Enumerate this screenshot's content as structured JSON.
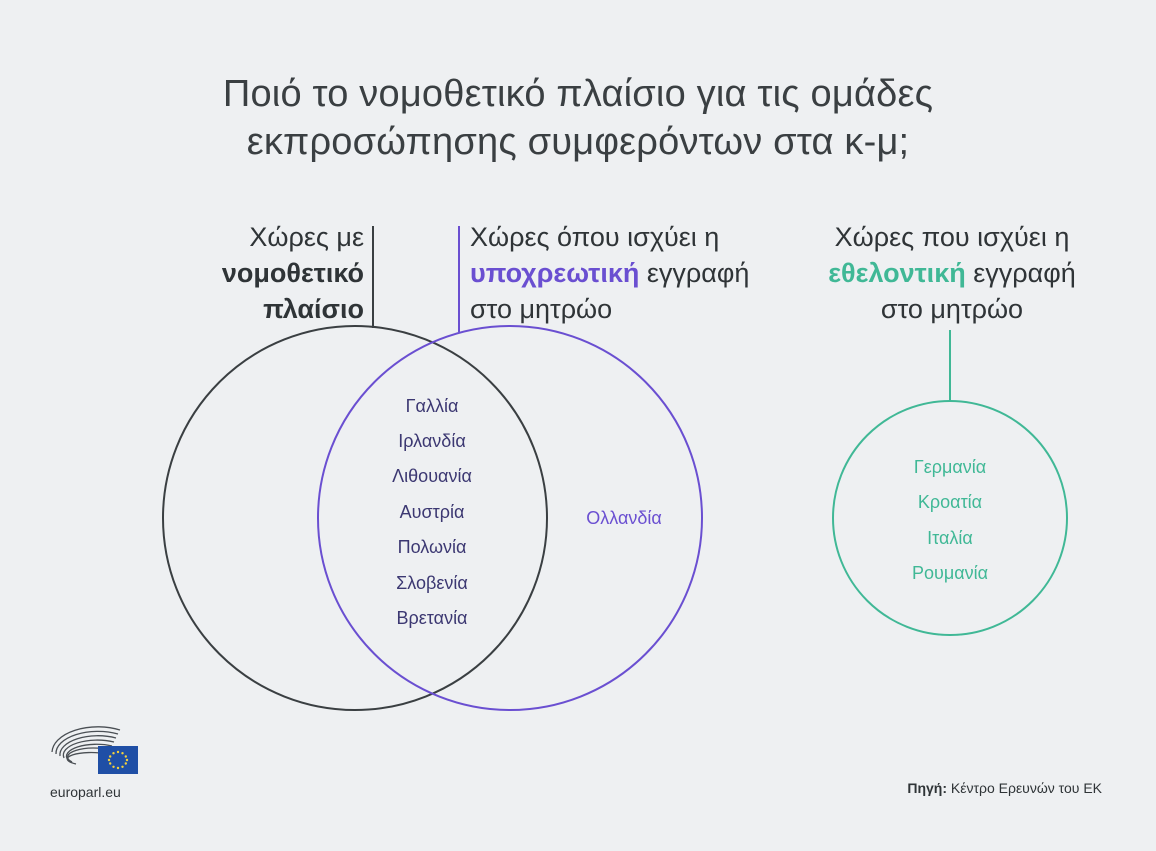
{
  "title": {
    "line1": "Ποιό το νομοθετικό πλαίσιο για τις ομάδες",
    "line2": "εκπροσώπησης συμφερόντων στα κ-μ;"
  },
  "sets": {
    "legislative": {
      "label_line1": "Χώρες με",
      "label_bold1": "νομοθετικό",
      "label_bold2": "πλαίσιο",
      "color": "#3a3f42"
    },
    "mandatory": {
      "label_line1": "Χώρες όπου ισχύει η",
      "label_bold": "υποχρεωτική",
      "label_after_bold": " εγγραφή",
      "label_line3": "στο μητρώο",
      "color": "#6a4fd1"
    },
    "voluntary": {
      "label_line1": "Χώρες που ισχύει η",
      "label_bold": "εθελοντική",
      "label_after_bold": " εγγραφή",
      "label_line3": "στο μητρώο",
      "color": "#40b896"
    }
  },
  "countries": {
    "intersection": [
      "Γαλλία",
      "Ιρλανδία",
      "Λιθουανία",
      "Αυστρία",
      "Πολωνία",
      "Σλοβενία",
      "Βρετανία"
    ],
    "mandatory_only": [
      "Ολλανδία"
    ],
    "voluntary": [
      "Γερμανία",
      "Κροατία",
      "Ιταλία",
      "Ρουμανία"
    ]
  },
  "footer": {
    "site": "europarl.eu",
    "source_label": "Πηγή:",
    "source_text": " Κέντρο Ερευνών του ΕΚ"
  },
  "icons": {
    "logo": "european-parliament-logo-icon",
    "flag": "eu-flag-icon"
  }
}
